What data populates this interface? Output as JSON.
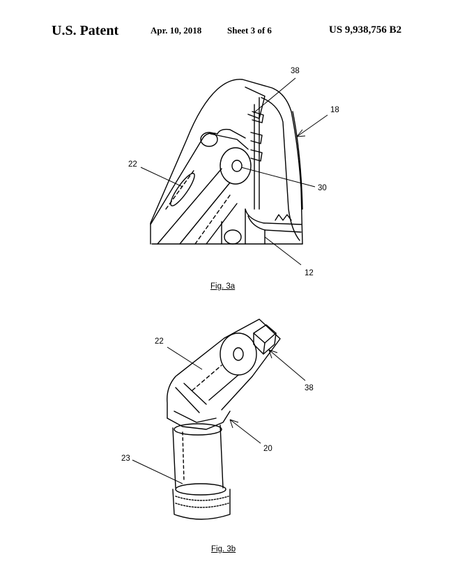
{
  "header": {
    "title": "U.S. Patent",
    "date": "Apr. 10, 2018",
    "sheet": "Sheet 3 of 6",
    "patent_number": "US 9,938,756 B2"
  },
  "figures": [
    {
      "caption": "Fig. 3a",
      "labels": [
        "38",
        "18",
        "22",
        "30",
        "12"
      ]
    },
    {
      "caption": "Fig. 3b",
      "labels": [
        "22",
        "38",
        "20",
        "23"
      ]
    }
  ]
}
